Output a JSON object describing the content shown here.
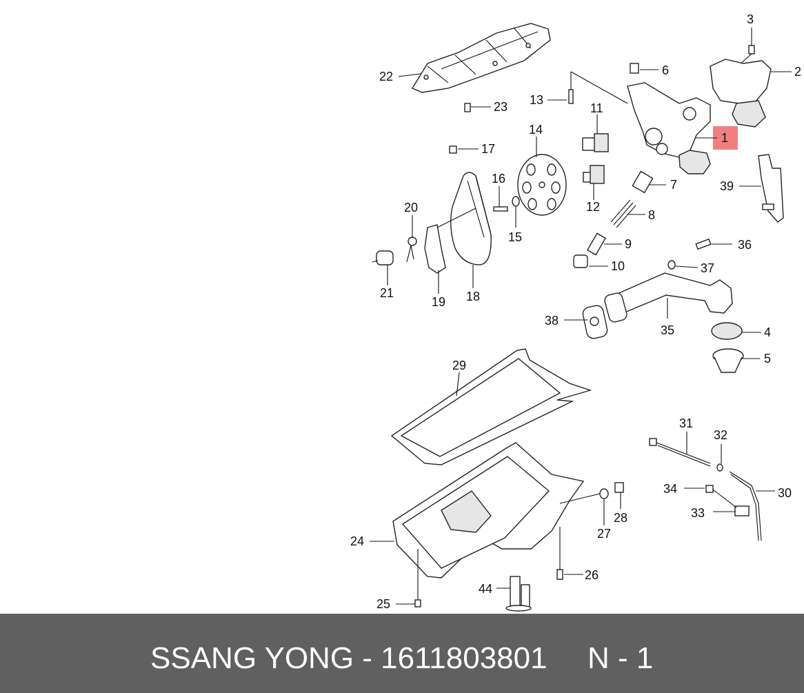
{
  "diagram": {
    "callouts": [
      "1",
      "2",
      "3",
      "4",
      "5",
      "6",
      "7",
      "8",
      "9",
      "10",
      "11",
      "12",
      "13",
      "14",
      "15",
      "16",
      "17",
      "18",
      "19",
      "20",
      "21",
      "22",
      "23",
      "24",
      "25",
      "26",
      "27",
      "28",
      "29",
      "30",
      "31",
      "32",
      "33",
      "34",
      "35",
      "36",
      "37",
      "38",
      "39",
      "44"
    ],
    "highlighted_callout": "1",
    "highlight_color": "#f08080"
  },
  "footer": {
    "brand_part": "SSANG YONG - 1611803801",
    "page_label": "N - 1",
    "background_color": "#606060"
  }
}
